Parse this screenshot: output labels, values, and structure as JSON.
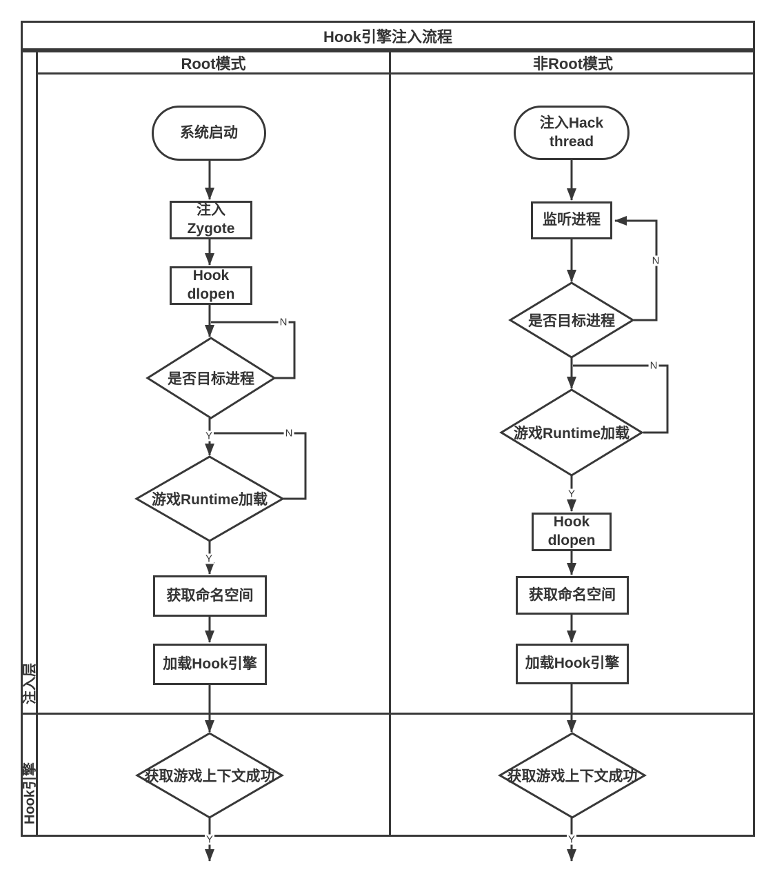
{
  "title": "Hook引擎注入流程",
  "columns": {
    "root": "Root模式",
    "nonroot": "非Root模式"
  },
  "rows": {
    "inject_layer": "注入层",
    "hook_engine": "Hook引擎"
  },
  "branch": {
    "yes": "Y",
    "no": "N"
  },
  "root_mode": {
    "start": "系统启动",
    "inject_zygote": "注入\nZygote",
    "hook_dlopen": "Hook\ndlopen",
    "is_target_process": "是否目标进程",
    "runtime_loaded": "游戏Runtime加载",
    "get_namespace": "获取命名空间",
    "load_hook_engine": "加载Hook引擎",
    "get_context_success": "获取游戏上下文成功"
  },
  "nonroot_mode": {
    "start": "注入Hack\nthread",
    "monitor_process": "监听进程",
    "is_target_process": "是否目标进程",
    "runtime_loaded": "游戏Runtime加载",
    "hook_dlopen": "Hook\ndlopen",
    "get_namespace": "获取命名空间",
    "load_hook_engine": "加载Hook引擎",
    "get_context_success": "获取游戏上下文成功"
  }
}
